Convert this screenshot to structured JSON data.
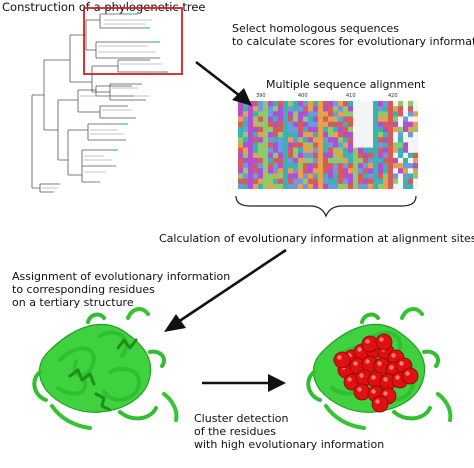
{
  "labels": {
    "tree_title": "Construction of a phylogenetic tree",
    "select_line1": "Select homologous sequences",
    "select_line2": "to calculate scores for evolutionary information",
    "msa_title": "Multiple sequence alignment",
    "calc_label": "Calculation of evolutionary information at alignment sites",
    "assign_line1": "Assignment of evolutionary information",
    "assign_line2": "to corresponding residues",
    "assign_line3": "on a tertiary structure",
    "cluster_line1": "Cluster detection",
    "cluster_line2": "of the residues",
    "cluster_line3": "with high evolutionary information"
  },
  "alignment": {
    "ticks": [
      "390",
      "400",
      "410",
      "420"
    ],
    "colors": {
      "hydrophobic": "#d65c5c",
      "polar": "#6a9be0",
      "positive": "#b04fd0",
      "aromatic": "#39b2b2",
      "glycine": "#e8a04a",
      "other": "#8ec96a",
      "gap": "#f4f4f4"
    }
  },
  "structure": {
    "ribbon_color": "#33cc33",
    "cluster_color": "#e01010"
  }
}
